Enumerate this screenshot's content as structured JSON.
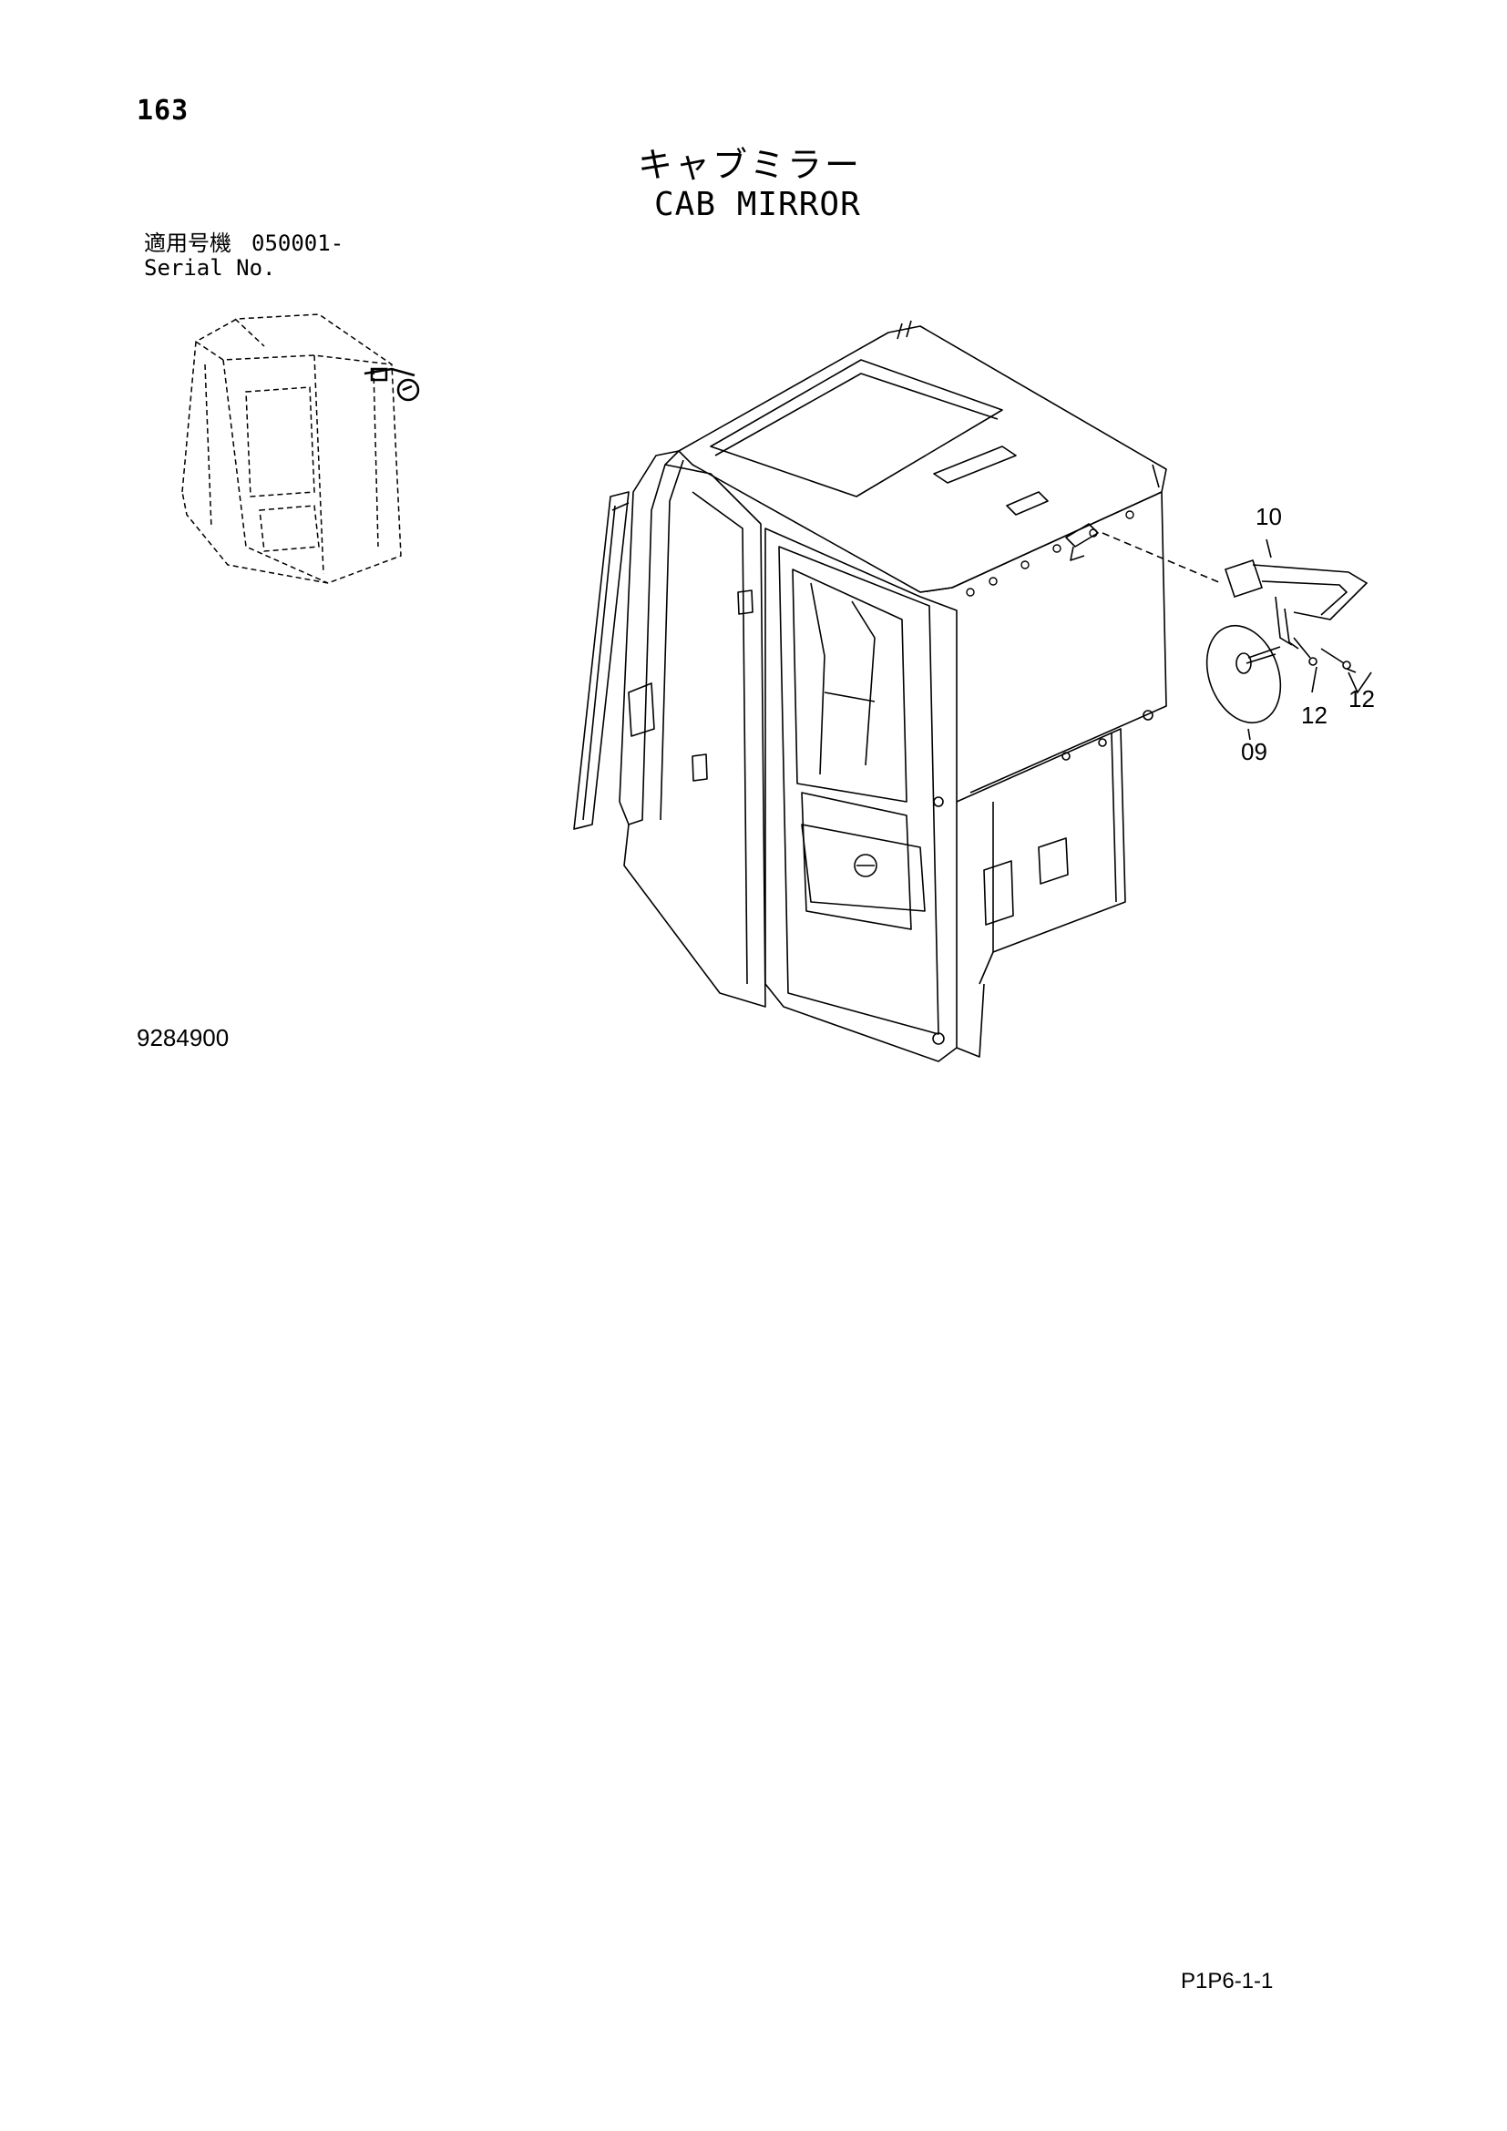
{
  "page": {
    "number": "163",
    "title_jp": "キャブミラー",
    "title_en": "CAB MIRROR"
  },
  "serial": {
    "label_jp": "適用号機",
    "value": "050001-",
    "label_en": "Serial No."
  },
  "figure": {
    "id": "9284900",
    "callouts": [
      "10",
      "12",
      "12",
      "09"
    ]
  },
  "footer": {
    "page_code": "P1P6-1-1"
  }
}
